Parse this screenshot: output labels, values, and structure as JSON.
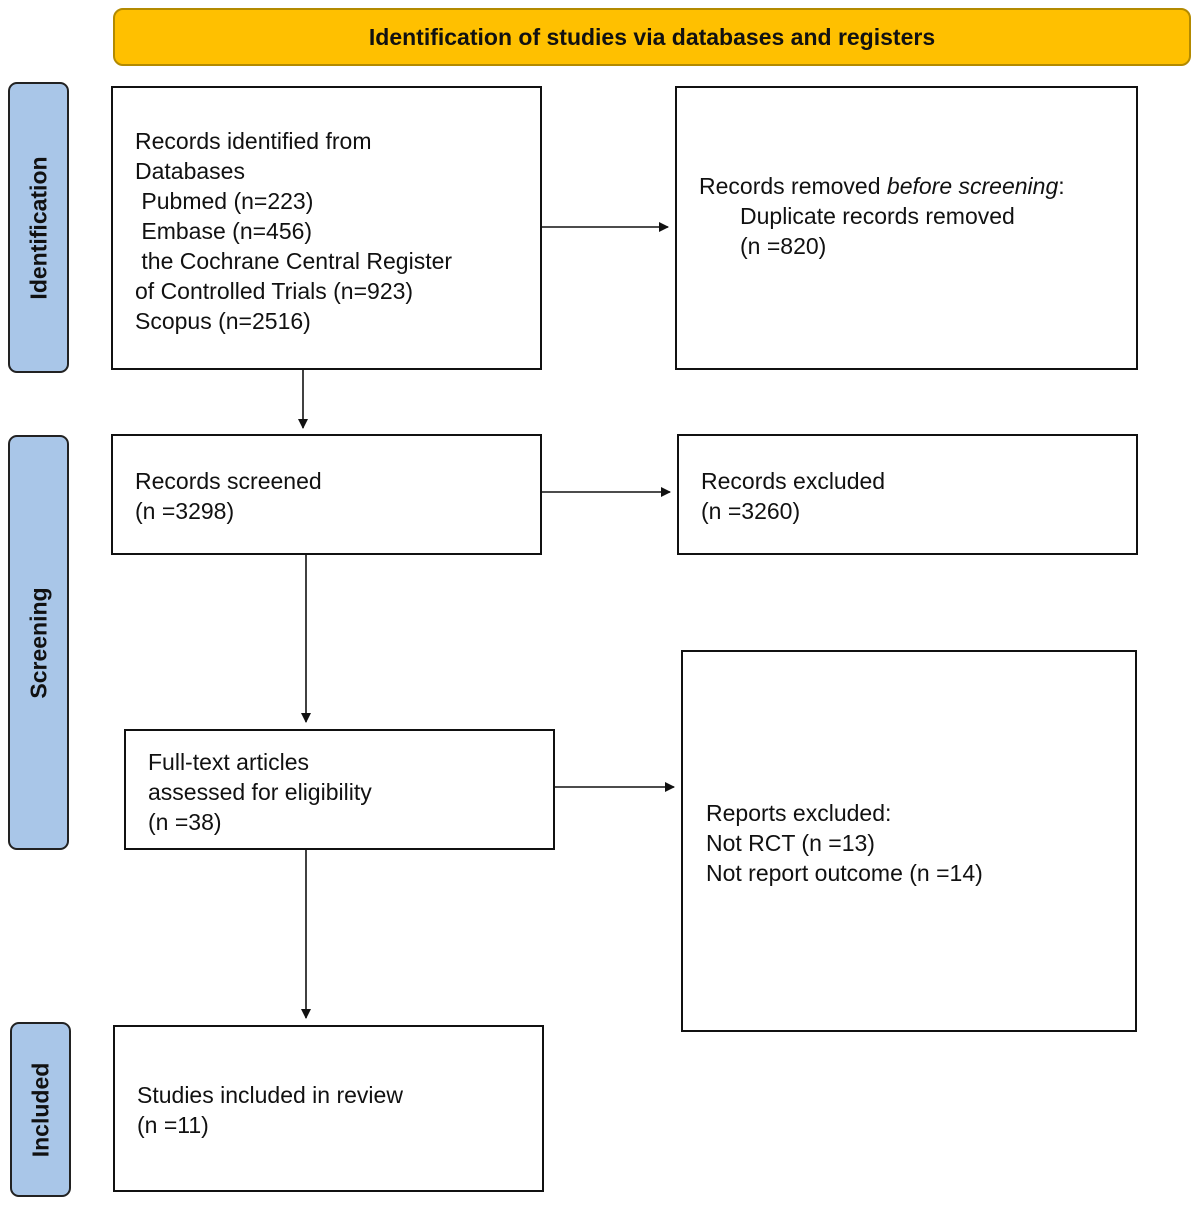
{
  "header": {
    "title": "Identification of studies via databases and registers",
    "fill_color": "#ffc000"
  },
  "phases": {
    "identification": "Identification",
    "screening": "Screening",
    "included": "Included",
    "fill_color": "#a9c6e8"
  },
  "identified": {
    "line1": "Records identified from",
    "line2": "Databases",
    "line3": " Pubmed (n=223)",
    "line4": " Embase (n=456)",
    "line5": " the Cochrane Central Register",
    "line6": "of Controlled Trials (n=923)",
    "line7": "Scopus (n=2516)"
  },
  "removed": {
    "prefix": "Records removed ",
    "emphasis": "before screening",
    "suffix": ":",
    "line2": "Duplicate records removed",
    "line3": "(n =820)"
  },
  "screened": {
    "line1": "Records screened",
    "line2": "(n =3298)"
  },
  "excluded": {
    "line1": "Records excluded",
    "line2": "(n =3260)"
  },
  "fulltext": {
    "line1": "Full-text articles",
    "line2": "assessed for eligibility",
    "line3": "(n =38)"
  },
  "reports_excluded": {
    "line1": "Reports excluded:",
    "line2": "Not RCT (n =13)",
    "line3": "Not report outcome (n =14)"
  },
  "included_studies": {
    "line1": "Studies included in review",
    "line2": "(n =11)"
  }
}
